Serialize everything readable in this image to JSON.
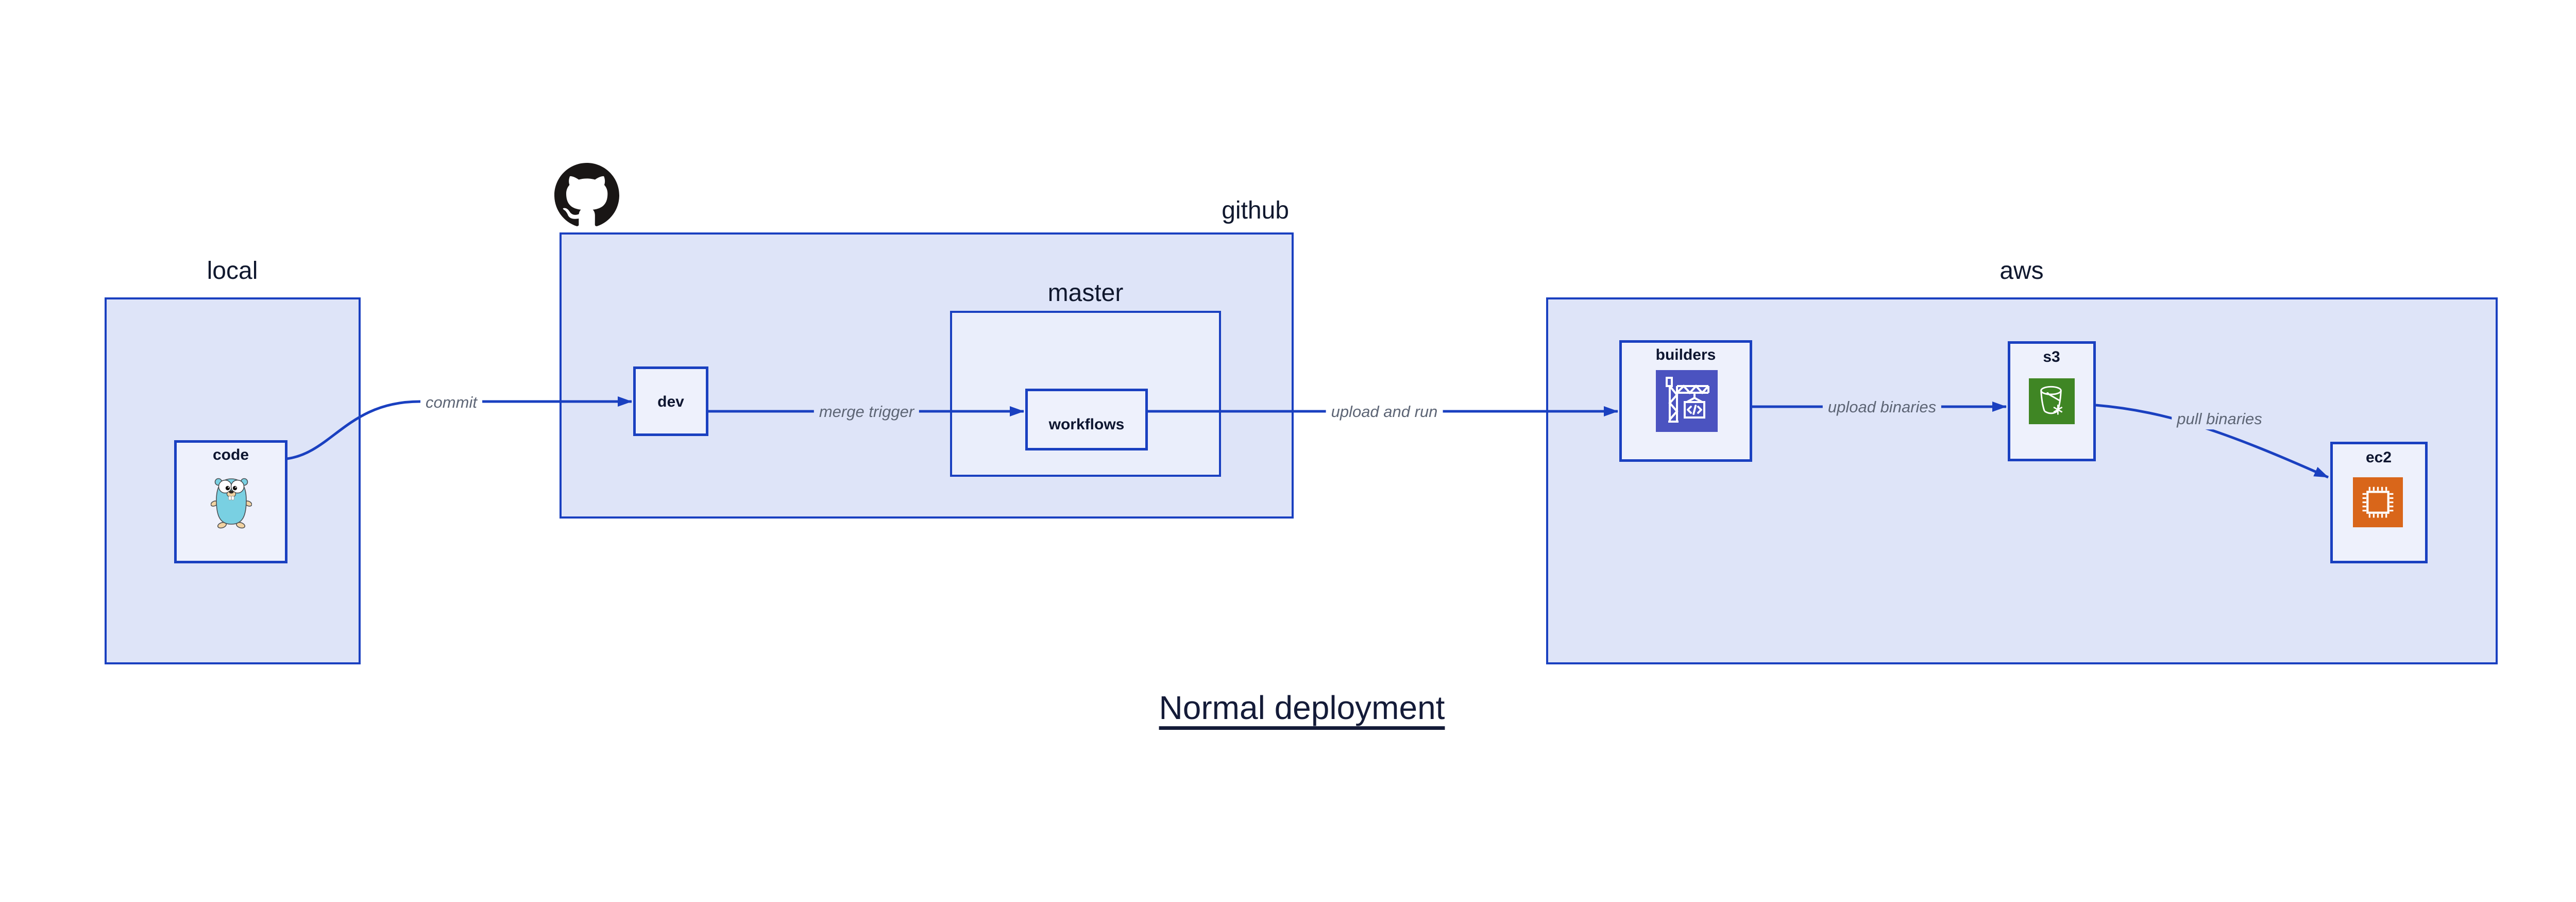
{
  "title": "Normal deployment",
  "clusters": {
    "local": {
      "label": "local"
    },
    "github": {
      "label": "github"
    },
    "master": {
      "label": "master"
    },
    "aws": {
      "label": "aws"
    }
  },
  "nodes": {
    "code": {
      "label": "code",
      "icon": "go-gopher-icon"
    },
    "dev": {
      "label": "dev"
    },
    "workflows": {
      "label": "workflows"
    },
    "builders": {
      "label": "builders",
      "icon": "aws-codebuild-icon"
    },
    "s3": {
      "label": "s3",
      "icon": "aws-s3-bucket-icon"
    },
    "ec2": {
      "label": "ec2",
      "icon": "aws-ec2-chip-icon"
    }
  },
  "edges": [
    {
      "from": "code",
      "to": "dev",
      "label": "commit"
    },
    {
      "from": "dev",
      "to": "workflows",
      "label": "merge trigger"
    },
    {
      "from": "workflows",
      "to": "builders",
      "label": "upload and run"
    },
    {
      "from": "builders",
      "to": "s3",
      "label": "upload binaries"
    },
    {
      "from": "s3",
      "to": "ec2",
      "label": "pull binaries"
    }
  ],
  "icons": {
    "github_mark": "github-octocat-icon"
  },
  "colors": {
    "border_blue": "#1a40c0",
    "cluster_fill": "#dee4f8",
    "node_fill": "#eef1fc",
    "edge_label_gray": "#5d6575",
    "text_navy": "#10182e",
    "title_navy": "#141b38",
    "codebuild_indigo": "#4b53c0",
    "s3_green": "#3f8624",
    "ec2_orange": "#d9661a",
    "octocat_black": "#191615",
    "gopher_teal": "#79d0e2"
  }
}
